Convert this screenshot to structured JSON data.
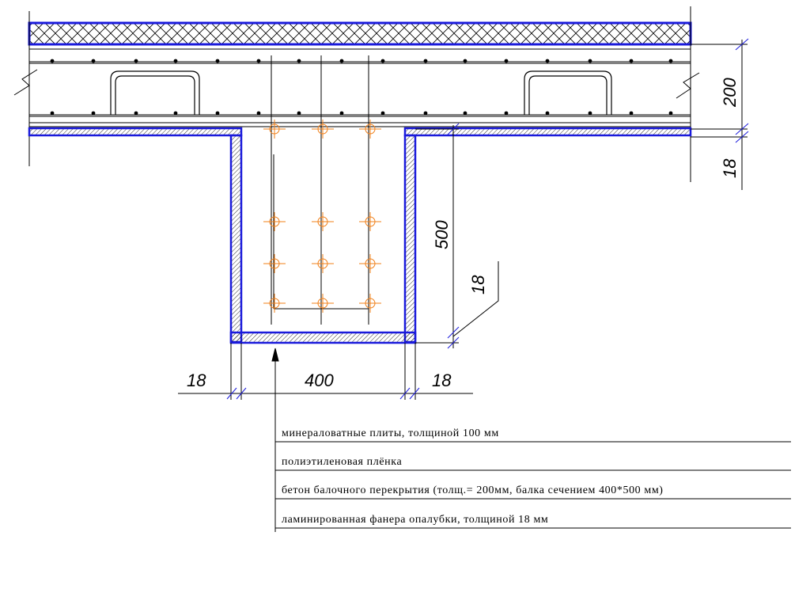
{
  "dimensions": {
    "slab_thickness": "200",
    "formwork_thickness_top": "18",
    "beam_height": "500",
    "formwork_thickness_side": "18",
    "left_formwork": "18",
    "beam_width": "400",
    "right_formwork": "18"
  },
  "legend": {
    "items": [
      "минераловатные плиты, толщиной 100 мм",
      "полиэтиленовая плёнка",
      "бетон балочного перекрытия (толщ.= 200мм, балка сечением 400*500 мм)",
      "ламинированная фанера опалубки, толщиной 18 мм"
    ]
  },
  "colors": {
    "formwork": "#1a1adc",
    "rebar_marks": "#f0801a",
    "lines": "#000000"
  }
}
